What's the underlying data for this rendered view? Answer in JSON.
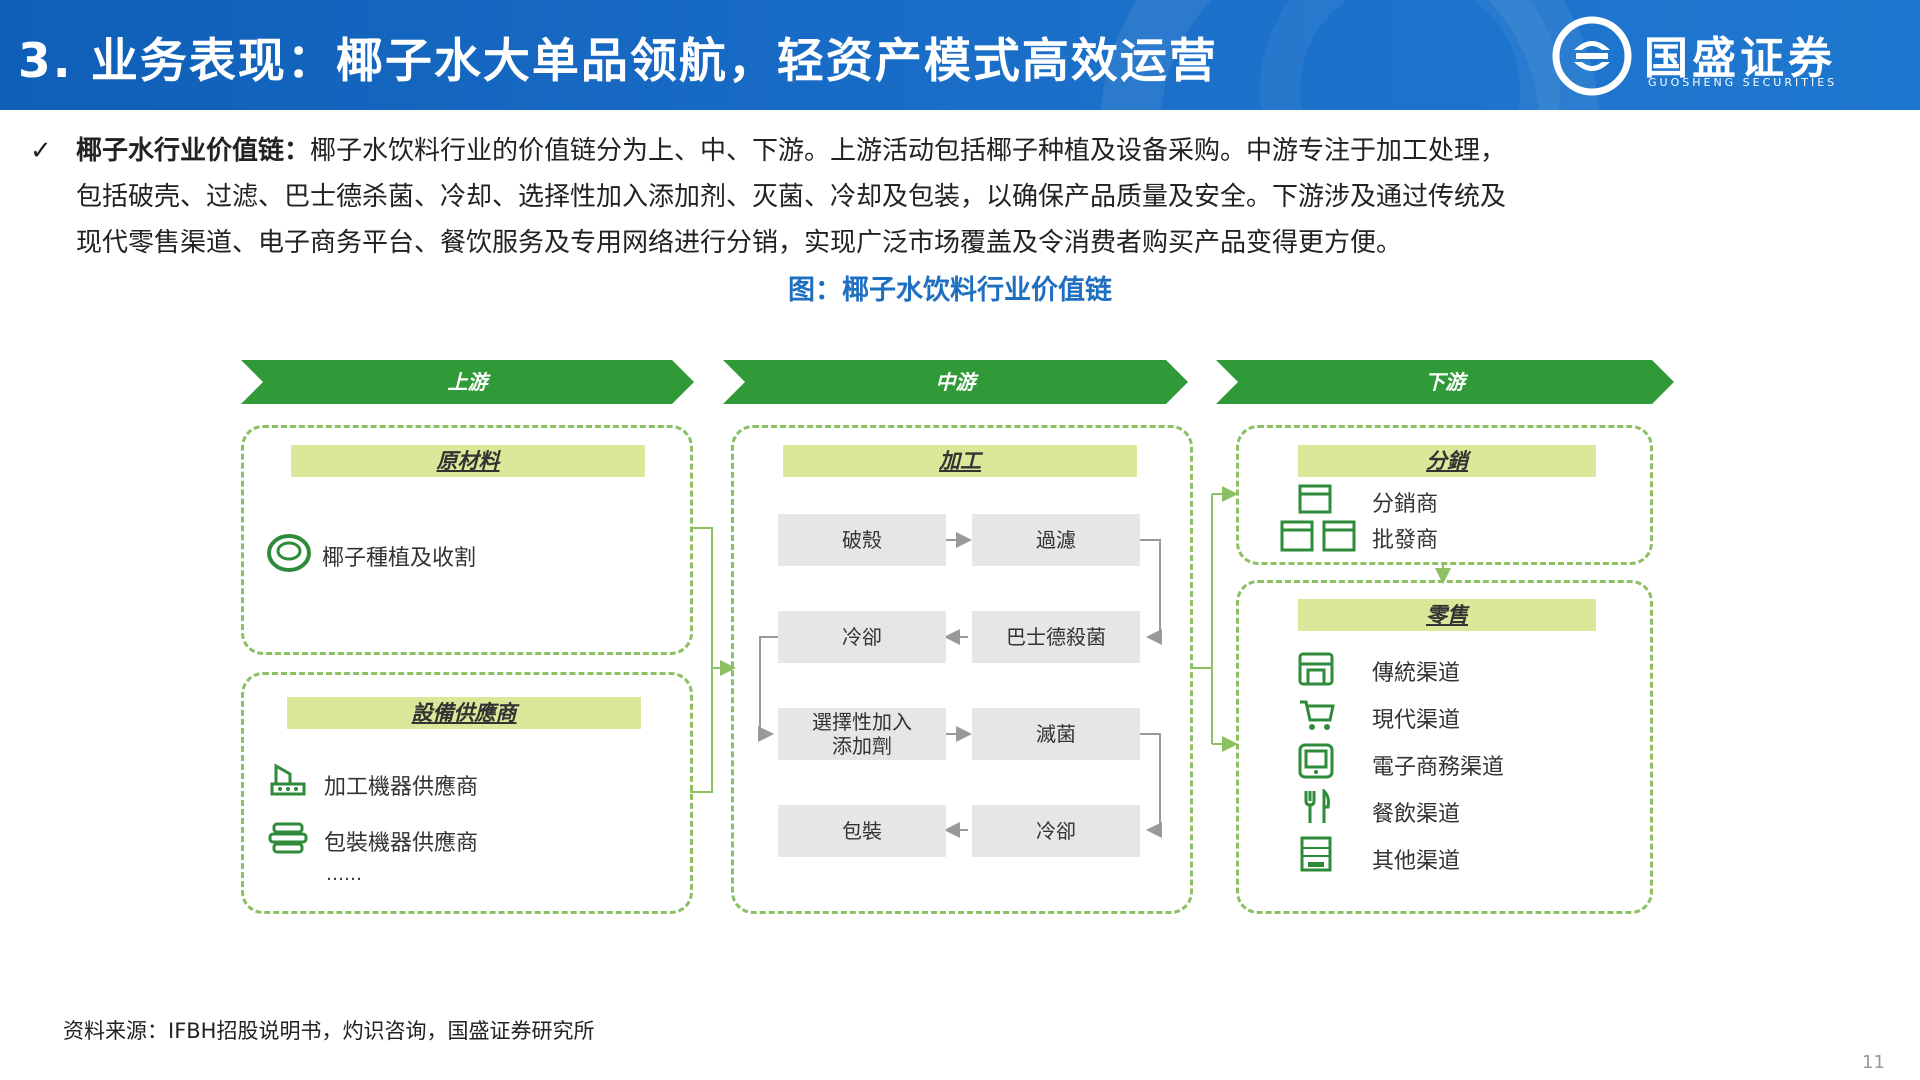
{
  "header": {
    "title": "3. 业务表现：椰子水大单品领航，轻资产模式高效运营"
  },
  "logo": {
    "name_cn": "国盛证券",
    "name_en": "GUOSHENG SECURITIES"
  },
  "bullet": {
    "lead": "椰子水行业价值链：",
    "line1": "椰子水饮料行业的价值链分为上、中、下游。上游活动包括椰子种植及设备采购。中游专注于加工处理，",
    "line2": "包括破壳、过滤、巴士德杀菌、冷却、选择性加入添加剂、灭菌、冷却及包装，以确保产品质量及安全。下游涉及通过传统及",
    "line3": "现代零售渠道、电子商务平台、餐饮服务及专用网络进行分销，实现广泛市场覆盖及令消费者购买产品变得更方便。"
  },
  "figure": {
    "title": "图：椰子水饮料行业价值链"
  },
  "diagram": {
    "stages": {
      "upstream": "上游",
      "midstream": "中游",
      "downstream": "下游"
    },
    "upstream": {
      "raw_label": "原材料",
      "raw_item": "椰子種植及收割",
      "equip_label": "設備供應商",
      "equip_item1": "加工機器供應商",
      "equip_item2": "包裝機器供應商",
      "equip_more": "……"
    },
    "midstream": {
      "label": "加工",
      "steps": {
        "shell": "破殼",
        "filter": "過濾",
        "cool1": "冷卻",
        "pasteur": "巴士德殺菌",
        "additive": "選擇性加入\n添加劑",
        "sterile": "滅菌",
        "pack": "包裝",
        "cool2": "冷卻"
      }
    },
    "downstream": {
      "dist_label": "分銷",
      "dist_item1": "分銷商",
      "dist_item2": "批發商",
      "retail_label": "零售",
      "retail_items": [
        "傳統渠道",
        "現代渠道",
        "電子商務渠道",
        "餐飲渠道",
        "其他渠道"
      ]
    },
    "colors": {
      "green": "#2f9a37",
      "dash": "#8cc063",
      "label_bg": "#dde79a",
      "proc_bg": "#e6e6e6",
      "icon": "#2e8b3a"
    }
  },
  "footer": {
    "source": "资料来源：IFBH招股说明书，灼识咨询，国盛证券研究所",
    "page": "11"
  }
}
